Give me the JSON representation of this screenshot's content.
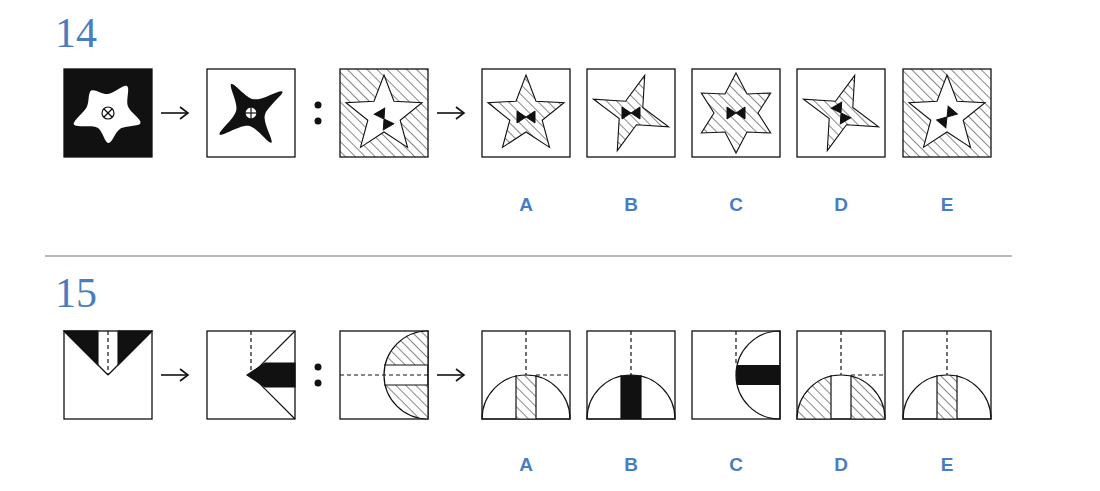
{
  "diagram": {
    "labels": [
      "14",
      "A",
      "B",
      "C",
      "D",
      "E",
      "15",
      "A",
      "B",
      "C",
      "D",
      "E"
    ]
  }
}
